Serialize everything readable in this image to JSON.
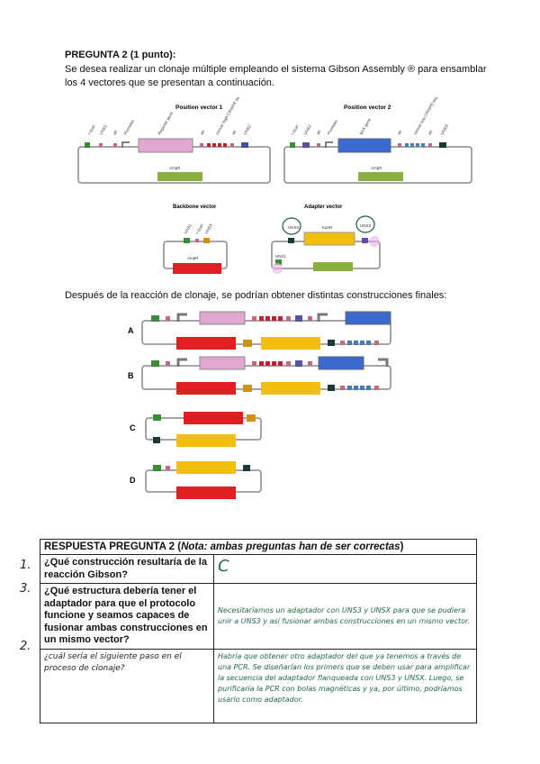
{
  "question": {
    "title": "PREGUNTA 2 (1 punto):",
    "intro": "Se desea realizar un clonaje múltiple empleando el sistema Gibson Assembly ® para ensamblar los 4 vectores que se presentan a continuación.",
    "after_text": "Después de la reacción de clonaje, se podrían obtener distintas construcciones finales:"
  },
  "vectors": {
    "pv1": {
      "title": "Position vector 1",
      "labels": [
        "I-SceI",
        "UNS1",
        "att",
        "Promoter",
        "Reporter gene",
        "att",
        "cancer-high CRISPR target site",
        "att",
        "UNS2"
      ],
      "backbone": "AmpR"
    },
    "pv2": {
      "title": "Position vector 2",
      "labels": [
        "I-SceI",
        "UNS2",
        "att",
        "Promoter",
        "BAX gene",
        "att",
        "cancer-low CRISPR target site",
        "att",
        "UNSX"
      ],
      "backbone": "AmpR"
    },
    "bb": {
      "title": "Backbone vector",
      "labels": [
        "UNS1",
        "I-SceI",
        "UNSX"
      ],
      "backbone": "AmpR"
    },
    "ad": {
      "title": "Adapter vector",
      "labels": [
        "UNSX",
        "KanR",
        "UNS3",
        "UNS1"
      ]
    }
  },
  "constructs": [
    "A",
    "B",
    "C",
    "D"
  ],
  "answer_table": {
    "header": "RESPUESTA PREGUNTA 2 (",
    "header_note": "Nota: ambas preguntas han de ser correctas",
    "header_close": ")",
    "rows": [
      {
        "num": "1.",
        "question": "¿Qué construcción resultaría de la reacción Gibson?",
        "answer": "C"
      },
      {
        "num": "3.",
        "question": "¿Qué estructura debería tener el adaptador para que el protocolo funcione y seamos capaces de fusionar ambas construcciones en un mismo vector?",
        "answer": "Necesitaríamos un adaptador con UNS3 y UNSX para que se pudiera unir a UNS3 y así fusionar ambas construcciones en un mismo vector."
      },
      {
        "num": "2.",
        "question": "¿cuál sería el siguiente paso en el proceso de clonaje?",
        "answer": "Habría que obtener otro adaptador del que ya tenemos a través de una PCR. Se diseñarían los primers que se deben usar para amplificar la secuencia del adaptador flanqueada con UNS3 y UNSX. Luego, se purificaría la PCR con bolas magnéticas y ya, por último, podríamos usarlo como adaptador."
      }
    ]
  }
}
